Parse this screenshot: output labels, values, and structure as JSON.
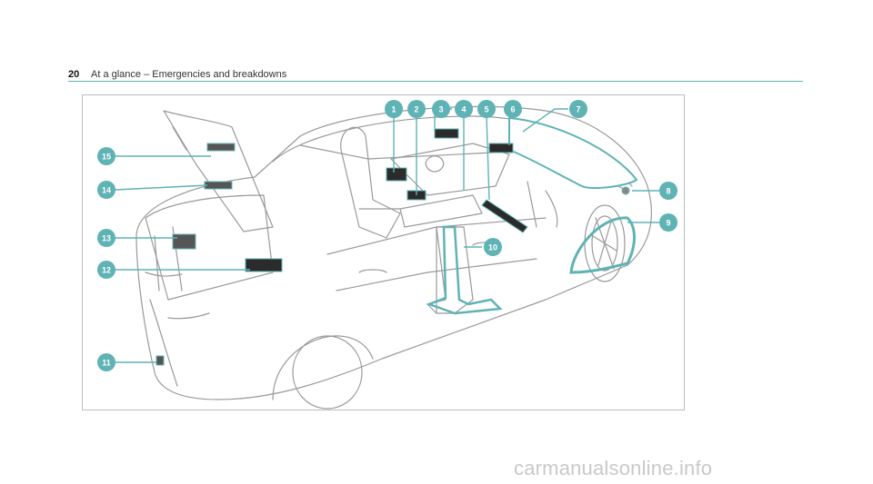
{
  "header": {
    "page_number": "20",
    "section_title": "At a glance – Emergencies and breakdowns"
  },
  "figure": {
    "accent_color": "#5fb3b5",
    "callouts": [
      {
        "number": "1"
      },
      {
        "number": "2"
      },
      {
        "number": "3"
      },
      {
        "number": "4"
      },
      {
        "number": "5"
      },
      {
        "number": "6"
      },
      {
        "number": "7"
      },
      {
        "number": "8"
      },
      {
        "number": "9"
      },
      {
        "number": "10"
      },
      {
        "number": "11"
      },
      {
        "number": "12"
      },
      {
        "number": "13"
      },
      {
        "number": "14"
      },
      {
        "number": "15"
      }
    ]
  },
  "watermark": "carmanualsonline.info"
}
